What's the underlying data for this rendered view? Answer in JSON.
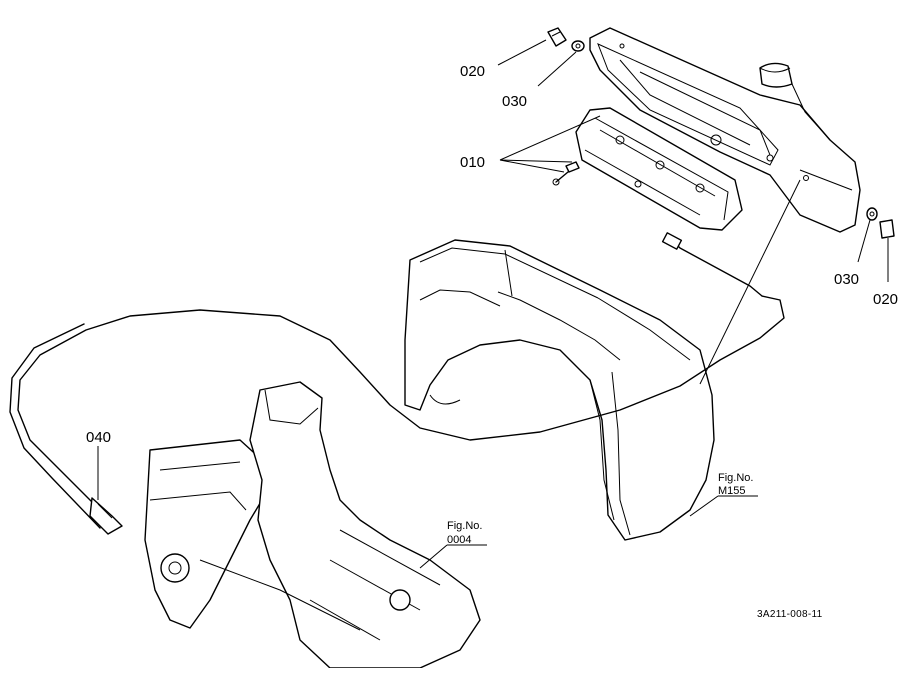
{
  "callouts": {
    "bolt_top": "020",
    "washer_top": "030",
    "meter_screws": "010",
    "washer_right": "030",
    "bolt_right": "020",
    "cable": "040"
  },
  "references": {
    "fig_m155_caption": "Fig.No.",
    "fig_m155_number": "M155",
    "fig_0004_caption": "Fig.No.",
    "fig_0004_number": "0004"
  },
  "drawing_code": "3A211-008-11"
}
